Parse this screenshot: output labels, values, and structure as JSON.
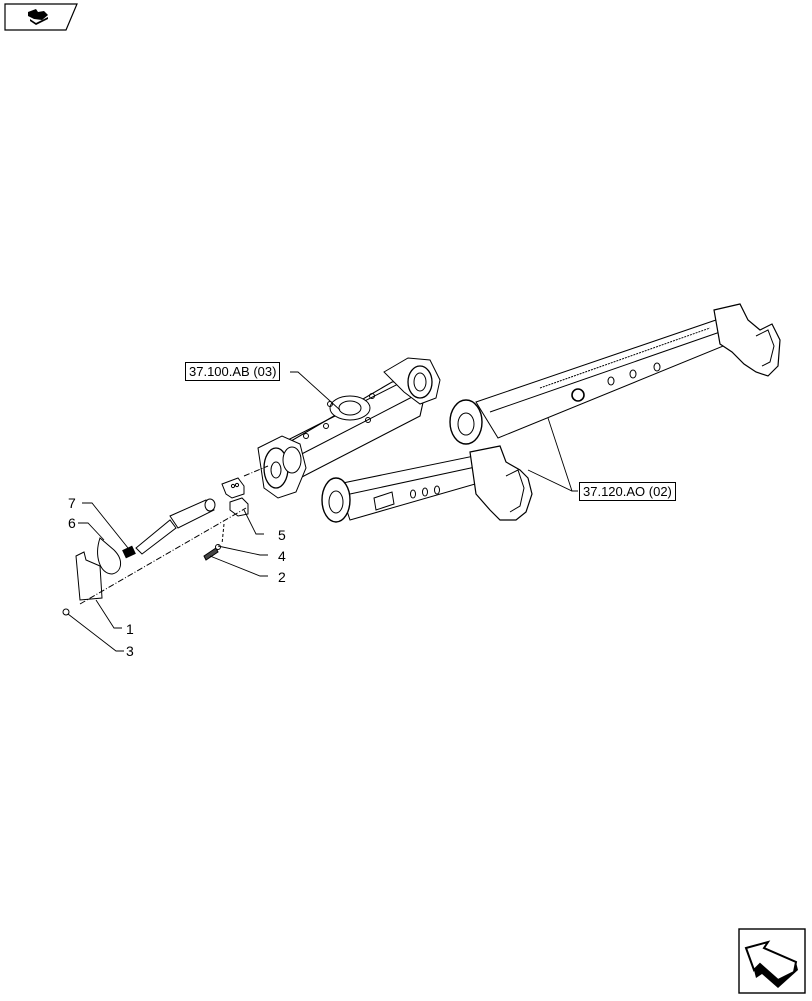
{
  "nav": {
    "top_left_icon": "book-open-arrow-icon",
    "bottom_right_icon": "arrow-back-icon"
  },
  "references": [
    {
      "label": "37.100.AB (03)"
    },
    {
      "label": "37.120.AO (02)"
    }
  ],
  "callouts": [
    {
      "num": "7"
    },
    {
      "num": "6"
    },
    {
      "num": "5"
    },
    {
      "num": "4"
    },
    {
      "num": "2"
    },
    {
      "num": "1"
    },
    {
      "num": "3"
    }
  ],
  "colors": {
    "line": "#000000",
    "background": "#ffffff"
  }
}
